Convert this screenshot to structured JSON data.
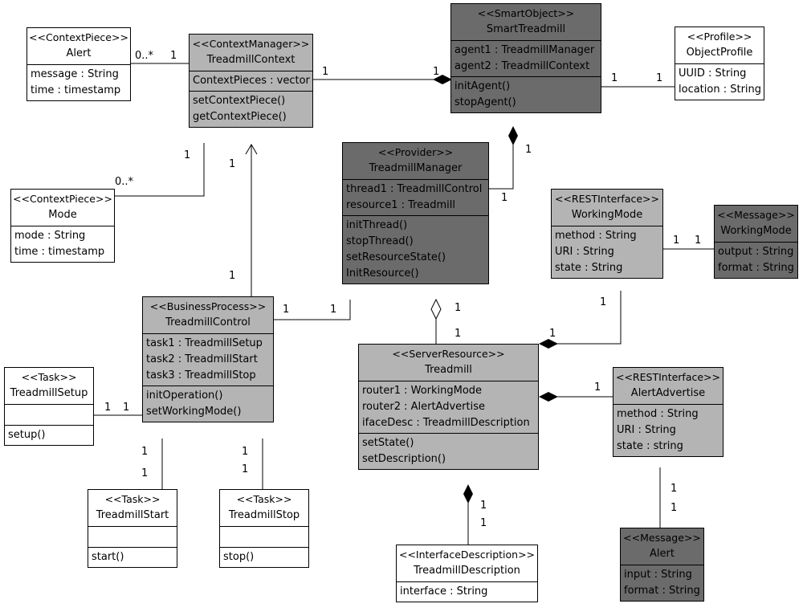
{
  "classes": {
    "alert_ctx": {
      "stereotype": "<<ContextPiece>>",
      "name": "Alert",
      "attributes": [
        "message : String",
        "time : timestamp"
      ],
      "operations": []
    },
    "treadmill_ctx": {
      "stereotype": "<<ContextManager>>",
      "name": "TreadmillContext",
      "attributes": [
        "ContextPieces : vector"
      ],
      "operations": [
        "setContextPiece()",
        "getContextPiece()"
      ]
    },
    "smart_treadmill": {
      "stereotype": "<<SmartObject>>",
      "name": "SmartTreadmill",
      "attributes": [
        "agent1 : TreadmillManager",
        "agent2 : TreadmillContext"
      ],
      "operations": [
        "initAgent()",
        "stopAgent()"
      ]
    },
    "object_profile": {
      "stereotype": "<<Profile>>",
      "name": "ObjectProfile",
      "attributes": [
        "UUID : String",
        "location : String"
      ],
      "operations": []
    },
    "mode_ctx": {
      "stereotype": "<<ContextPiece>>",
      "name": "Mode",
      "attributes": [
        "mode : String",
        "time : timestamp"
      ],
      "operations": []
    },
    "treadmill_manager": {
      "stereotype": "<<Provider>>",
      "name": "TreadmillManager",
      "attributes": [
        "thread1 : TreadmillControl",
        "resource1 : Treadmill"
      ],
      "operations": [
        "initThread()",
        "stopThread()",
        "setResourceState()",
        "InitResource()"
      ]
    },
    "working_mode_rest": {
      "stereotype": "<<RESTInterface>>",
      "name": "WorkingMode",
      "attributes": [
        "method : String",
        "URI : String",
        "state : String"
      ],
      "operations": []
    },
    "working_mode_msg": {
      "stereotype": "<<Message>>",
      "name": "WorkingMode",
      "attributes": [
        "output : String",
        "format : String"
      ],
      "operations": []
    },
    "treadmill_control": {
      "stereotype": "<<BusinessProcess>>",
      "name": "TreadmillControl",
      "attributes": [
        "task1 : TreadmillSetup",
        "task2 : TreadmillStart",
        "task3 : TreadmillStop"
      ],
      "operations": [
        "initOperation()",
        "setWorkingMode()"
      ]
    },
    "treadmill": {
      "stereotype": "<<ServerResource>>",
      "name": "Treadmill",
      "attributes": [
        "router1 : WorkingMode",
        "router2 : AlertAdvertise",
        "ifaceDesc : TreadmillDescription"
      ],
      "operations": [
        "setState()",
        "setDescription()"
      ]
    },
    "alert_advertise": {
      "stereotype": "<<RESTInterface>>",
      "name": "AlertAdvertise",
      "attributes": [
        "method : String",
        "URI : String",
        "state : string"
      ],
      "operations": []
    },
    "treadmill_setup": {
      "stereotype": "<<Task>>",
      "name": "TreadmillSetup",
      "attributes": [],
      "operations": [
        "setup()"
      ]
    },
    "treadmill_start": {
      "stereotype": "<<Task>>",
      "name": "TreadmillStart",
      "attributes": [],
      "operations": [
        "start()"
      ]
    },
    "treadmill_stop": {
      "stereotype": "<<Task>>",
      "name": "TreadmillStop",
      "attributes": [],
      "operations": [
        "stop()"
      ]
    },
    "treadmill_desc": {
      "stereotype": "<<InterfaceDescription>>",
      "name": "TreadmillDescription",
      "attributes": [
        "interface : String"
      ],
      "operations": []
    },
    "alert_msg": {
      "stereotype": "<<Message>>",
      "name": "Alert",
      "attributes": [
        "input : String",
        "format : String"
      ],
      "operations": []
    }
  },
  "multiplicities": {
    "alert_ctx_many": "0..*",
    "alert_ctx_one": "1",
    "ctx_smart_one": "1",
    "smart_ctx_one": "1",
    "smart_profile_one_a": "1",
    "smart_profile_one_b": "1",
    "ctx_mode_one": "1",
    "mode_ctx_many": "0..*",
    "ctx_control_one_top": "1",
    "ctx_control_one_bottom": "1",
    "smart_manager_one_top": "1",
    "smart_manager_one_bottom": "1",
    "wm_rest_msg_one_a": "1",
    "wm_rest_msg_one_b": "1",
    "control_manager_one_a": "1",
    "control_manager_one_b": "1",
    "manager_treadmill_one_a": "1",
    "manager_treadmill_one_b": "1",
    "wm_treadmill_one_a": "1",
    "wm_treadmill_one_b": "1",
    "aa_treadmill_one": "1",
    "setup_control_one_a": "1",
    "setup_control_one_b": "1",
    "start_control_one_a": "1",
    "start_control_one_b": "1",
    "stop_control_one_a": "1",
    "stop_control_one_b": "1",
    "aa_alert_one_a": "1",
    "aa_alert_one_b": "1",
    "treadmill_desc_one_a": "1",
    "treadmill_desc_one_b": "1"
  },
  "colors": {
    "white_fill": "#ffffff",
    "light_fill": "#b4b4b4",
    "dark_fill": "#6b6b6b",
    "line": "#000000"
  }
}
